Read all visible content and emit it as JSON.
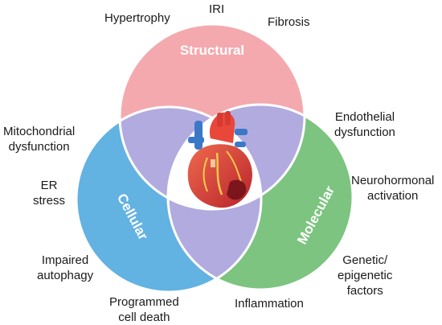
{
  "venn": {
    "regions": {
      "structural": {
        "label": "Structural",
        "color": "#f4a9ae"
      },
      "cellular": {
        "label": "Cellular",
        "color": "#62b2e2"
      },
      "molecular": {
        "label": "Molecular",
        "color": "#7cc47f"
      },
      "overlap_color": "#b1abdf"
    },
    "structural_items": {
      "hypertrophy": "Hypertrophy",
      "iri": "IRI",
      "fibrosis": "Fibrosis"
    },
    "cellular_items": {
      "mitochondrial": [
        "Mitochondrial",
        "dysfunction"
      ],
      "er_stress": [
        "ER",
        "stress"
      ],
      "autophagy": [
        "Impaired",
        "autophagy"
      ],
      "cell_death": [
        "Programmed",
        "cell death"
      ]
    },
    "molecular_items": {
      "endothelial": [
        "Endothelial",
        "dysfunction"
      ],
      "neurohormonal": [
        "Neurohormonal",
        "activation"
      ],
      "genetic": [
        "Genetic/",
        "epigenetic",
        "factors"
      ],
      "inflammation": "Inflammation"
    }
  }
}
